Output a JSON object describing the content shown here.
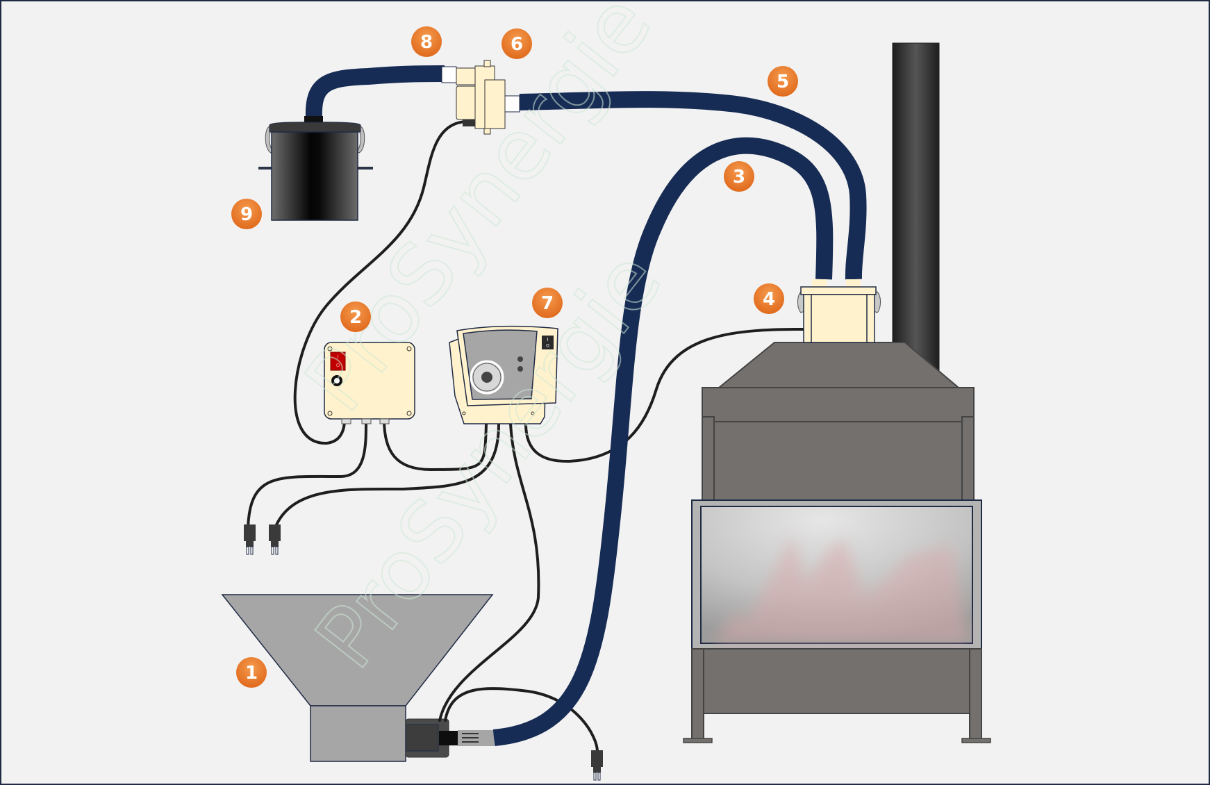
{
  "diagram": {
    "title": "Pellet vacuum feeding system for fireplace insert",
    "watermark": "ProSynergie",
    "colors": {
      "background": "#f2f2f2",
      "border": "#1f2a44",
      "badge": "#ee7a2a",
      "hose": "#172c54",
      "cable": "#1e1e1e",
      "steel": "#74706e",
      "hopper": "#a6a6a6",
      "cream": "#fff2cc",
      "red_switch": "#c00000"
    },
    "components": [
      {
        "id": "1",
        "label": "1",
        "name": "pellet-hopper-with-feed-screw"
      },
      {
        "id": "2",
        "label": "2",
        "name": "control-box"
      },
      {
        "id": "3",
        "label": "3",
        "name": "pellet-feed-hose"
      },
      {
        "id": "4",
        "label": "4",
        "name": "vacuum-receiver-head"
      },
      {
        "id": "5",
        "label": "5",
        "name": "air-return-hose"
      },
      {
        "id": "6",
        "label": "6",
        "name": "cyclone-suction-unit"
      },
      {
        "id": "7",
        "label": "7",
        "name": "stove-controller"
      },
      {
        "id": "8",
        "label": "8",
        "name": "exhaust-hose"
      },
      {
        "id": "9",
        "label": "9",
        "name": "dust-filter-pot"
      }
    ],
    "switch_labels": {
      "on": "I",
      "off": "O"
    }
  }
}
